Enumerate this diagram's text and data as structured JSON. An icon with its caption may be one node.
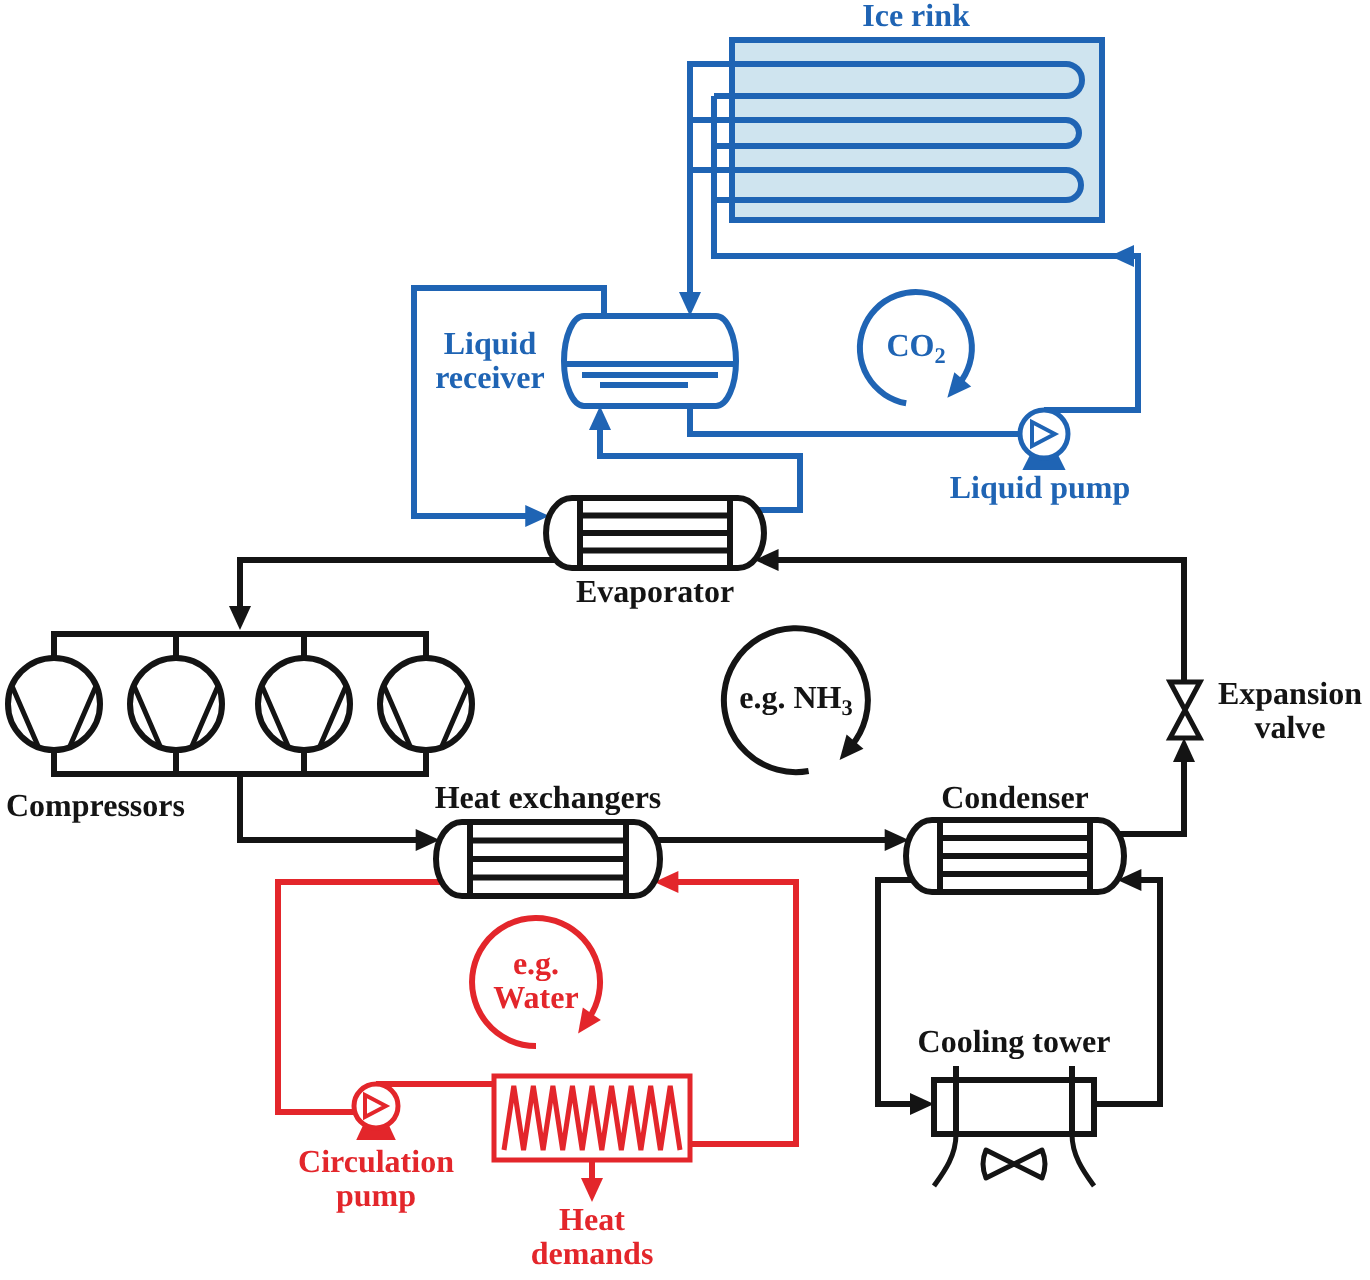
{
  "diagram": {
    "nodes": [
      {
        "text": [
          "Ice rink"
        ]
      },
      {
        "text": [
          "Liquid receiver"
        ]
      },
      {
        "text": [],
        "shape": "circle",
        "beside": [
          "Liquid pump"
        ]
      },
      {
        "text": [
          "Evaporator"
        ]
      },
      {
        "text": [
          "Compressors"
        ]
      },
      {
        "text": [
          "Heat exchangers"
        ]
      },
      {
        "text": [
          "Condenser"
        ]
      },
      {
        "text": [
          "Expansion valve"
        ]
      },
      {
        "text": [
          "Cooling tower"
        ]
      },
      {
        "text": [],
        "shape": "circle",
        "beside": [
          "Circulation pump"
        ]
      },
      {
        "text": [],
        "shape": "box"
      },
      {
        "text": [
          "Heat demands"
        ]
      }
    ],
    "edges": [
      {
        "from": 0,
        "to": 1,
        "arrow": "to",
        "color": "#1f64b4"
      },
      {
        "from": 1,
        "to": 2,
        "arrow": "none",
        "color": "#1f64b4"
      },
      {
        "from": 2,
        "to": 0,
        "arrow": "to",
        "color": "#1f64b4"
      },
      {
        "from": 1,
        "to": 3,
        "arrow": "to",
        "color": "#1f64b4"
      },
      {
        "from": 3,
        "to": 1,
        "arrow": "to",
        "color": "#1f64b4"
      },
      {
        "from": 3,
        "to": 4,
        "arrow": "to"
      },
      {
        "from": 4,
        "to": 5,
        "arrow": "to"
      },
      {
        "from": 5,
        "to": 6,
        "arrow": "to"
      },
      {
        "from": 6,
        "to": 7,
        "arrow": "to"
      },
      {
        "from": 7,
        "to": 3,
        "arrow": "to"
      },
      {
        "from": 6,
        "to": 8,
        "arrow": "to"
      },
      {
        "from": 8,
        "to": 6,
        "arrow": "to"
      },
      {
        "from": 5,
        "to": 9,
        "arrow": "none",
        "color": "#e3262b"
      },
      {
        "from": 9,
        "to": 10,
        "arrow": "none",
        "color": "#e3262b"
      },
      {
        "from": 10,
        "to": 5,
        "arrow": "to",
        "color": "#e3262b"
      },
      {
        "from": 10,
        "to": 11,
        "arrow": "to",
        "color": "#e3262b"
      }
    ],
    "labels": [
      "CO$_{2}$",
      "e.g. NH$_{3}$",
      "e.g. Water"
    ]
  }
}
